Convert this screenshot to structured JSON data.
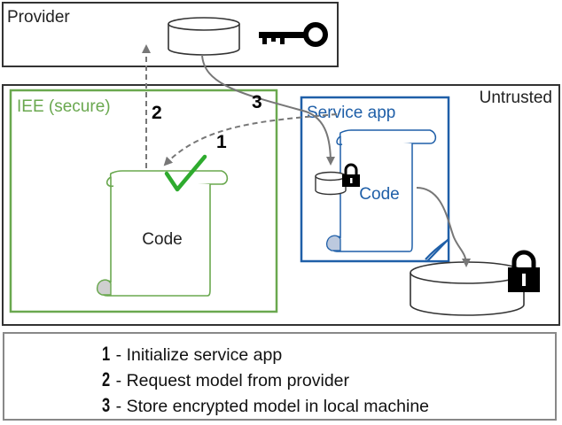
{
  "regions": {
    "provider": "Provider",
    "untrusted": "Untrusted",
    "iee": "IEE (secure)",
    "service_app": "Service app"
  },
  "code": {
    "secure_label": "Code",
    "app_label": "Code"
  },
  "steps": {
    "one": "1",
    "two": "2",
    "three": "3"
  },
  "legend": [
    {
      "num": "1",
      "text": " - Initialize service app"
    },
    {
      "num": "2",
      "text": " - Request model from provider"
    },
    {
      "num": "3",
      "text": " - Store encrypted model in local machine"
    }
  ],
  "colors": {
    "iee_green": "#6aa84f",
    "service_blue": "#1f5fa8",
    "arrow_gray": "#777777",
    "checkmark": "#2eab2e"
  },
  "icons": [
    "key-icon",
    "lock-icon",
    "database-icon",
    "checkmark-icon"
  ]
}
